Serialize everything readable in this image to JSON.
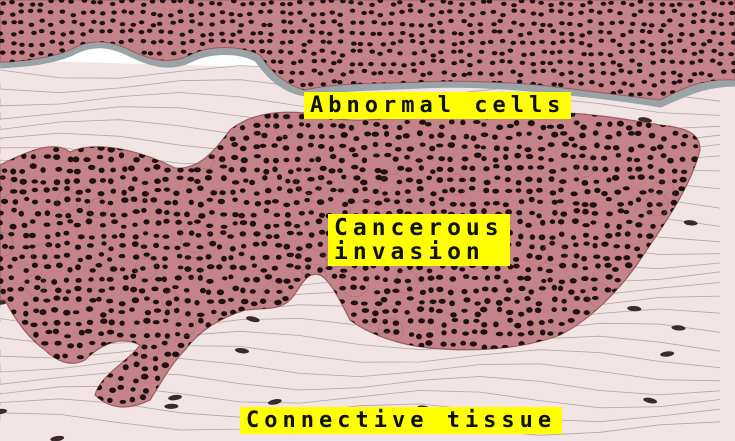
{
  "labels": {
    "abnormal_cells": "Abnormal cells",
    "cancerous_invasion_line1": "Cancerous",
    "cancerous_invasion_line2": "invasion",
    "connective_tissue": "Connective tissue"
  },
  "colors": {
    "label_background": "#ffff00",
    "tumor": "#c48388",
    "tumor_dark": "#9a5c62",
    "nucleus": "#1f1013",
    "connective_tissue": "#f1e4e4",
    "fiber": "#b5a8a8",
    "membrane": "#9aa3a6",
    "sky": "#ffffff"
  }
}
